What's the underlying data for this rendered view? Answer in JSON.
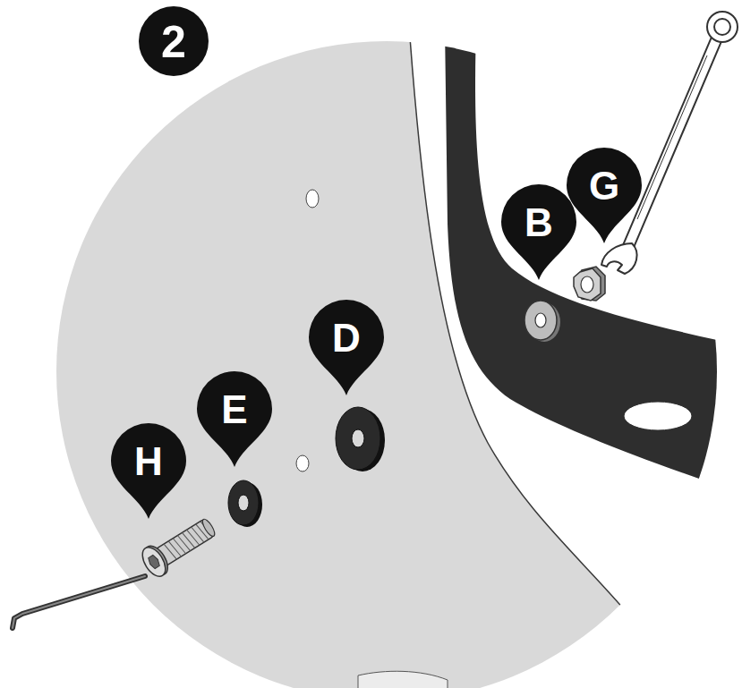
{
  "diagram": {
    "nodes": [
      {
        "text": [
          "2"
        ]
      },
      {
        "text": [
          "B"
        ]
      },
      {
        "text": [
          "G"
        ]
      },
      {
        "text": [
          "D"
        ]
      },
      {
        "text": [
          "E"
        ]
      },
      {
        "text": [
          "H"
        ]
      }
    ]
  }
}
